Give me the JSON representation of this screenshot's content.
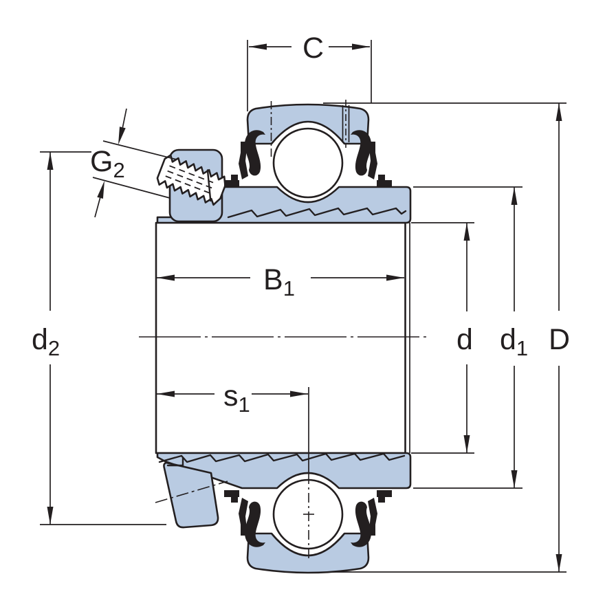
{
  "title": "Insert bearing with grub screws - dimension drawing",
  "colors": {
    "fill": "#b9cbe2",
    "line": "#231f20",
    "bg": "#ffffff"
  },
  "labels": {
    "C": {
      "main": "C",
      "sub": ""
    },
    "G2": {
      "main": "G",
      "sub": "2"
    },
    "B1": {
      "main": "B",
      "sub": "1"
    },
    "s1": {
      "main": "s",
      "sub": "1"
    },
    "d2": {
      "main": "d",
      "sub": "2"
    },
    "d": {
      "main": "d",
      "sub": ""
    },
    "d1": {
      "main": "d",
      "sub": "1"
    },
    "D": {
      "main": "D",
      "sub": ""
    }
  }
}
